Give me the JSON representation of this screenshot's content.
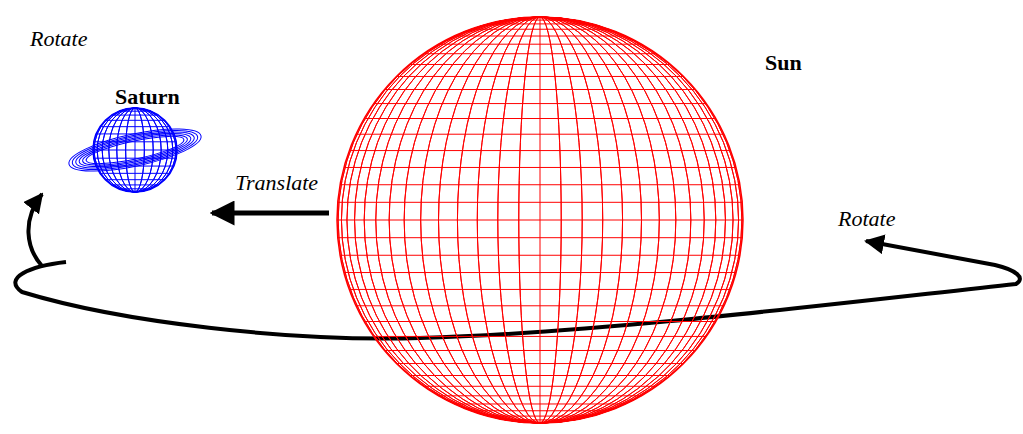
{
  "diagram": {
    "nodes": [
      {
        "text": [
          "Saturn"
        ]
      },
      {
        "text": [
          "Sun"
        ]
      }
    ],
    "edges": [
      {
        "from": 1,
        "to": 0,
        "label": "Translate",
        "arrow": "to"
      }
    ],
    "labels": [
      "Rotate",
      "Rotate"
    ]
  }
}
